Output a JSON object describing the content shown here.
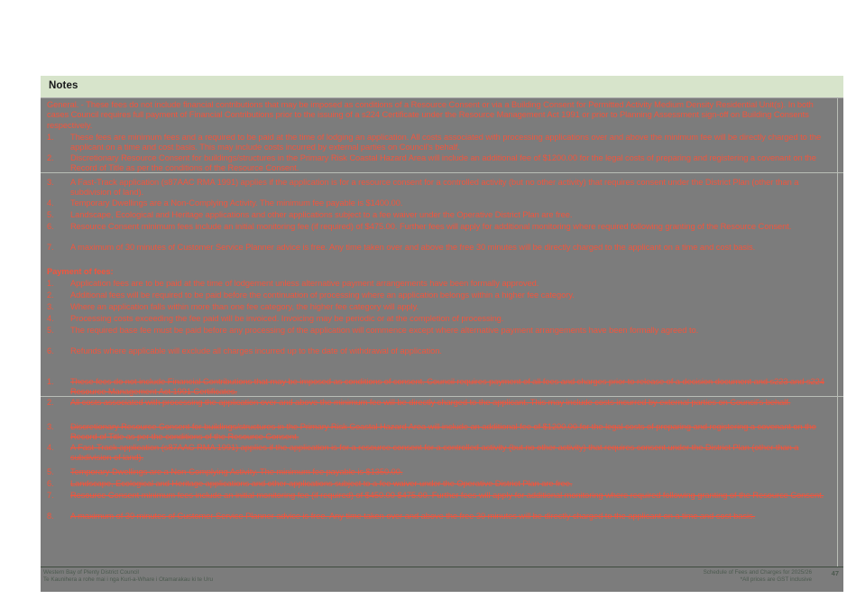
{
  "header": {
    "title": "Notes"
  },
  "general": {
    "text": "General. - These fees do not include financial contributions that may be imposed as conditions of a Resource Consent or via a Building Consent for Permitted Activity Medium Density Residential Unit(s). In both cases Council requires full payment of Financial Contributions prior to the issuing of a s224 Certificate under the Resource Management Act 1991 or prior to Planning Assessment sign-off on Building Consents respectively."
  },
  "notes_list": [
    {
      "num": "1.",
      "text": "These fees are minimum fees and a required to be paid at the time of lodging an application.  All costs associated with processing applications over and above the minimum fee will be directly charged to the applicant on a time and cost basis.  This may include costs incurred by external parties on Council's behalf."
    },
    {
      "num": "2.",
      "text": "Discretionary Resource Consent for buildings/structures in the Primary Risk Coastal Hazard Area will include an additional fee of $1200.00 for the legal costs of preparing and registering a covenant on the Record of Title as per the conditions of the Resource Consent."
    },
    {
      "num": "3.",
      "text": "A Fast-Track application (s87AAC RMA 1991) applies if the application is for a resource consent for a controlled activity (but no other activity) that requires consent under the District Plan (other than a subdivision of land)."
    },
    {
      "num": "4.",
      "text": "Temporary Dwellings are a Non-Complying Activity. The minimum fee payable is $1400.00."
    },
    {
      "num": "5.",
      "text": "Landscape, Ecological and Heritage applications and other applications subject to a fee waiver under the Operative District Plan are free."
    },
    {
      "num": "6.",
      "text": "Resource Consent minimum fees include an initial monitoring fee (if required) of  $475.00.  Further fees will apply for additional monitoring where required following granting of the Resource Consent."
    },
    {
      "num": "7.",
      "text": "A maximum of 30 minutes of Customer Service Planner advice is free. Any time taken over and above the free 30 minutes will be directly charged to the applicant on a time and cost basis."
    }
  ],
  "payment_section": {
    "heading": "Payment of fees:",
    "items": [
      {
        "num": "1.",
        "text": "Application fees are to be paid at the time of lodgement unless alternative payment arrangements have been formally approved."
      },
      {
        "num": "2.",
        "text": "Additional fees will be required to be paid before the continuation of processing where an application belongs within a higher fee category."
      },
      {
        "num": "3.",
        "text": "Where an application falls within more than one fee category, the higher fee category will apply."
      },
      {
        "num": "4.",
        "text": "Processing costs exceeding the fee paid will be invoiced. Invoicing may be periodic or at the completion of processing."
      },
      {
        "num": "5.",
        "text": "The required base fee must be paid before any processing of the application will commence except where alternative payment arrangements have been formally agreed to."
      },
      {
        "num": "6.",
        "text": "Refunds where applicable will exclude all charges incurred up to the date of withdrawal of application."
      }
    ]
  },
  "deleted_list": [
    {
      "num": "1.",
      "text": "These fees do not include Financial Contributions that may be imposed as conditions of consent. Council requires payment of all fees and charges prior to release of a decision document and s223 and s224 Resource Management Act 1991 Certificates."
    },
    {
      "num": "2.",
      "text": "All costs associated with processing the application over and above the minimum fee will be directly charged to the applicant.  This may include costs incurred by external parties on Council's behalf."
    },
    {
      "num": "3.",
      "text": "Discretionary Resource Consent for buildings/structures in the Primary Risk Coastal Hazard Area will include an additional fee of $1200.00 for the legal costs of preparing and registering a covenant on the Record of Title as per the conditions of the Resource Consent."
    },
    {
      "num": "4.",
      "text": "A Fast-Track application (s87AAC RMA 1991) applies if the application is for a resource consent for a controlled activity (but no other activity) that requires consent under the District Plan (other than a subdivision of land)."
    },
    {
      "num": "5.",
      "text": "Temporary Dwellings are a Non-Complying Activity. The minimum fee payable is $1350.00."
    },
    {
      "num": "6.",
      "text": "Landscape, Ecological and Heritage applications and other applications subject to a fee waiver under the Operative District Plan are free."
    },
    {
      "num": "7.",
      "text": "Resource Consent minimum fees include an initial monitoring fee (if required) of  $450.00 $475.00.  Further fees will apply for additional monitoring where required following granting of the Resource Consent."
    },
    {
      "num": "8.",
      "text": "A maximum of 30 minutes of Customer Service Planner advice is free. Any time taken over and above the free 30 minutes will be directly charged to the applicant on a time and cost basis."
    }
  ],
  "footer": {
    "council_name": "Western Bay of Plenty District Council",
    "council_name_maori": "Te Kaunihera a rohe mai i nga Kuri-a-Whare i Otamarakau ki te Uru",
    "document_title": "Schedule of Fees and Charges for 2025/26",
    "gst_note": "*All prices are GST inclusive",
    "page_number": "47"
  },
  "colors": {
    "body_background": "#7c7c7c",
    "header_background": "#d7e4cb",
    "tracked_change_text": "#f2553d",
    "footer_text": "#4c5a4f"
  }
}
